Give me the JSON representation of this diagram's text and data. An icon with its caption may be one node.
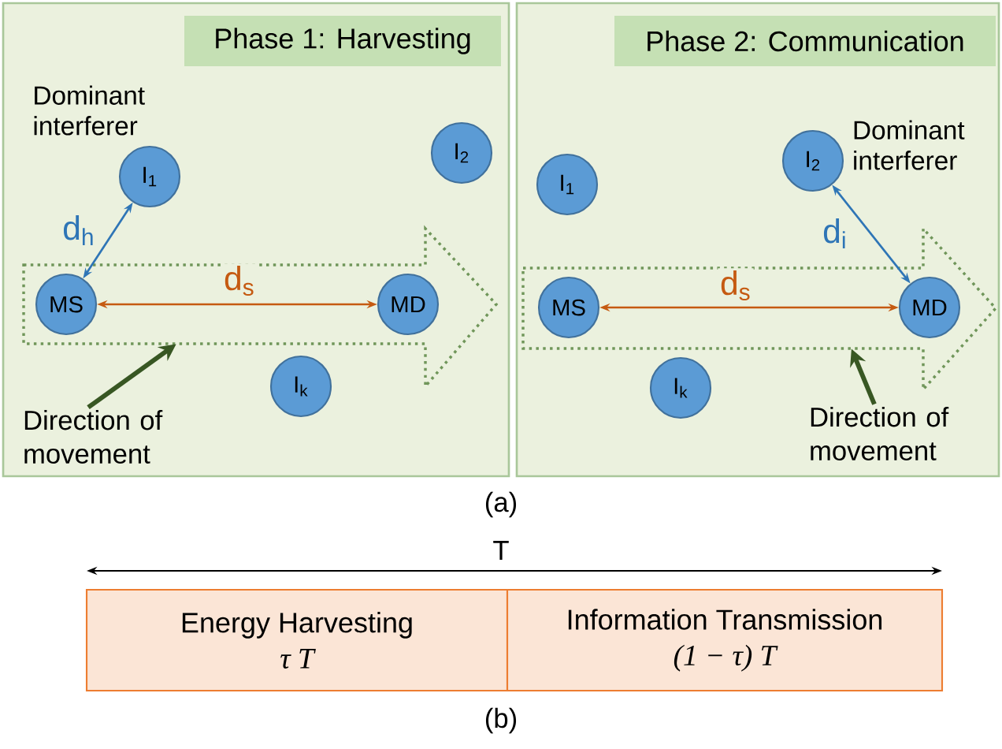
{
  "diagram": {
    "nodes": [
      {
        "text": [
          "Phase 1: Harvesting"
        ]
      },
      {
        "text": [
          "I$_{1}$"
        ],
        "beside": [
          "Dominant interferer"
        ],
        "in": 0
      },
      {
        "text": [
          "I$_{2}$"
        ],
        "in": 0
      },
      {
        "text": [],
        "shape": "arrow",
        "in": 0
      },
      {
        "text": [
          "MS"
        ],
        "in": 3
      },
      {
        "text": [
          "MD"
        ],
        "in": 3
      },
      {
        "text": [
          "I$_{k}$"
        ],
        "in": 0
      },
      {
        "text": [
          "Direction of movement"
        ],
        "in": 0
      },
      {
        "text": [
          "Phase 2: Communication"
        ]
      },
      {
        "text": [
          "I$_{1}$"
        ],
        "in": 8
      },
      {
        "text": [
          "I$_{2}$"
        ],
        "beside": [
          "Dominant interferer"
        ],
        "in": 8
      },
      {
        "text": [],
        "shape": "arrow",
        "in": 8
      },
      {
        "text": [
          "MS"
        ],
        "in": 11
      },
      {
        "text": [
          "MD"
        ],
        "in": 11
      },
      {
        "text": [
          "I$_{k}$"
        ],
        "in": 8
      },
      {
        "text": [
          "Direction of movement"
        ],
        "in": 8
      },
      {
        "text": [
          "Energy Harvesting",
          "τ T"
        ]
      },
      {
        "text": [
          "Information Transmission",
          "(1 − τ) T"
        ]
      }
    ],
    "edges": [
      {
        "from": 4,
        "to": 1,
        "arrow": "both",
        "label": "d$_{h}$",
        "color": "#2e75b6"
      },
      {
        "from": 4,
        "to": 5,
        "arrow": "both",
        "label": "d$_{s}$",
        "color": "#c55a11"
      },
      {
        "from": 7,
        "to": 3,
        "arrow": "to",
        "style": "thick",
        "color": "#385723"
      },
      {
        "from": 13,
        "to": 10,
        "arrow": "both",
        "label": "d$_{i}$",
        "color": "#2e75b6"
      },
      {
        "from": 12,
        "to": 13,
        "arrow": "both",
        "label": "d$_{s}$",
        "color": "#c55a11"
      },
      {
        "from": 15,
        "to": 11,
        "arrow": "to",
        "style": "thick",
        "color": "#385723"
      }
    ],
    "labels": [
      "(a)",
      "T",
      "(b)"
    ]
  }
}
